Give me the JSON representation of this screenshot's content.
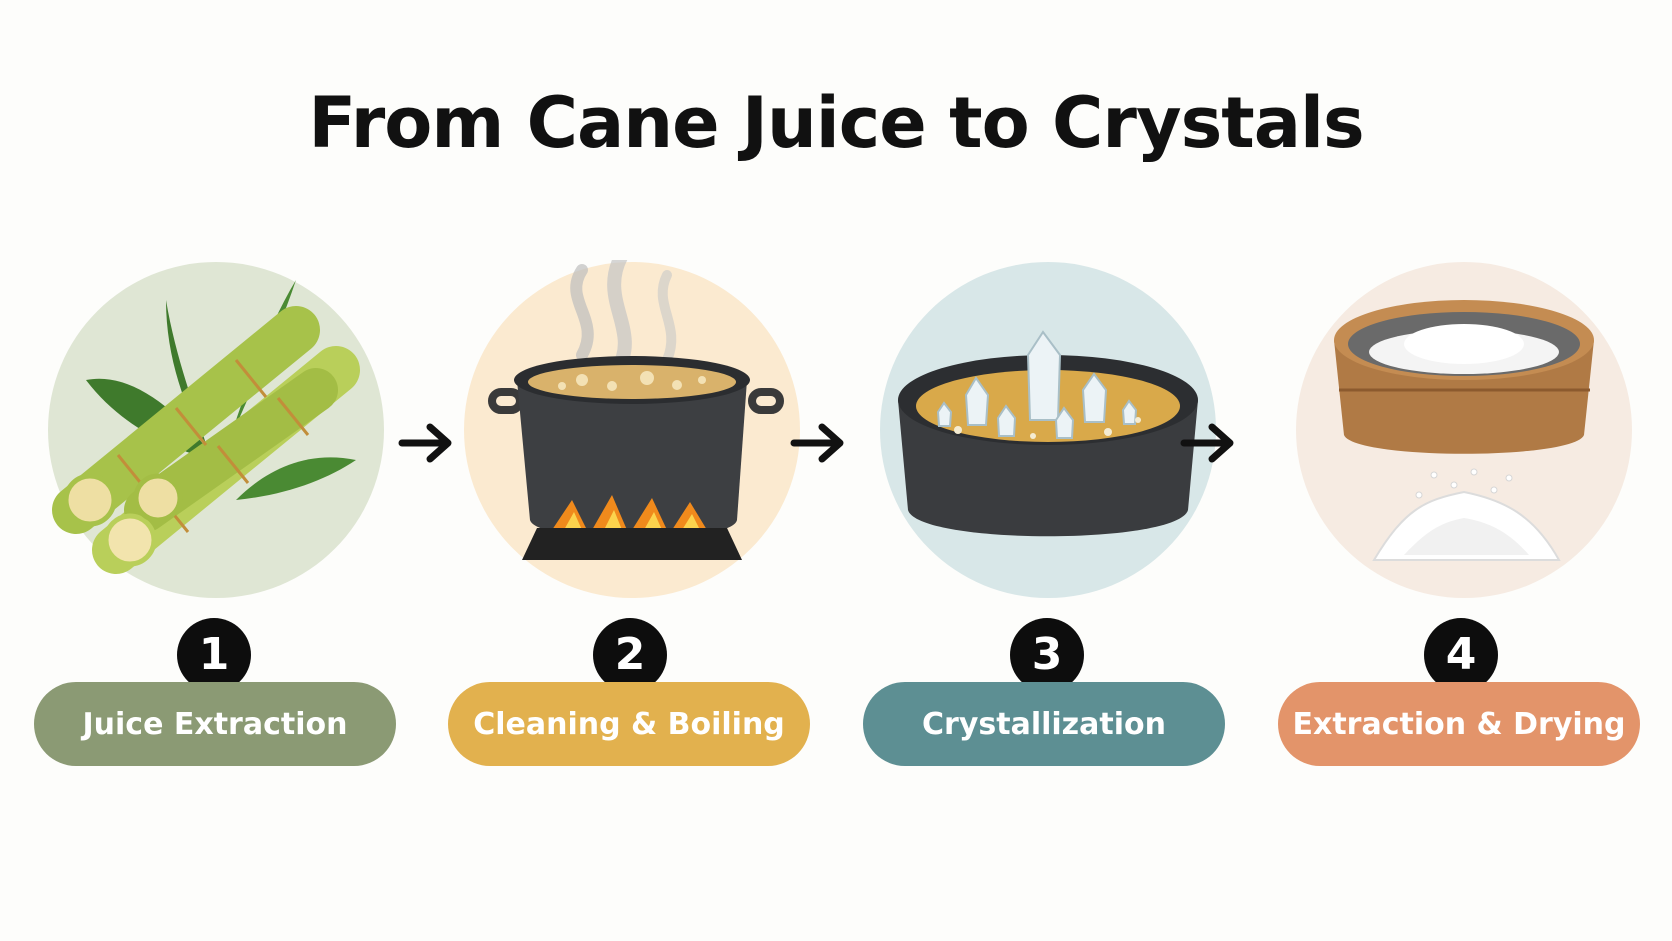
{
  "title": "From Cane Juice to Crystals",
  "steps": [
    {
      "number": "1",
      "label": "Juice Extraction",
      "color": "#8b9a74",
      "illustration": "sugarcane-icon"
    },
    {
      "number": "2",
      "label": "Cleaning & Boiling",
      "color": "#e2b14e",
      "illustration": "boiling-pot-icon"
    },
    {
      "number": "3",
      "label": "Crystallization",
      "color": "#5d8f93",
      "illustration": "crystal-pan-icon"
    },
    {
      "number": "4",
      "label": "Extraction & Drying",
      "color": "#e3946a",
      "illustration": "sieve-sugar-icon"
    }
  ],
  "arrow_icon": "right-arrow-icon"
}
